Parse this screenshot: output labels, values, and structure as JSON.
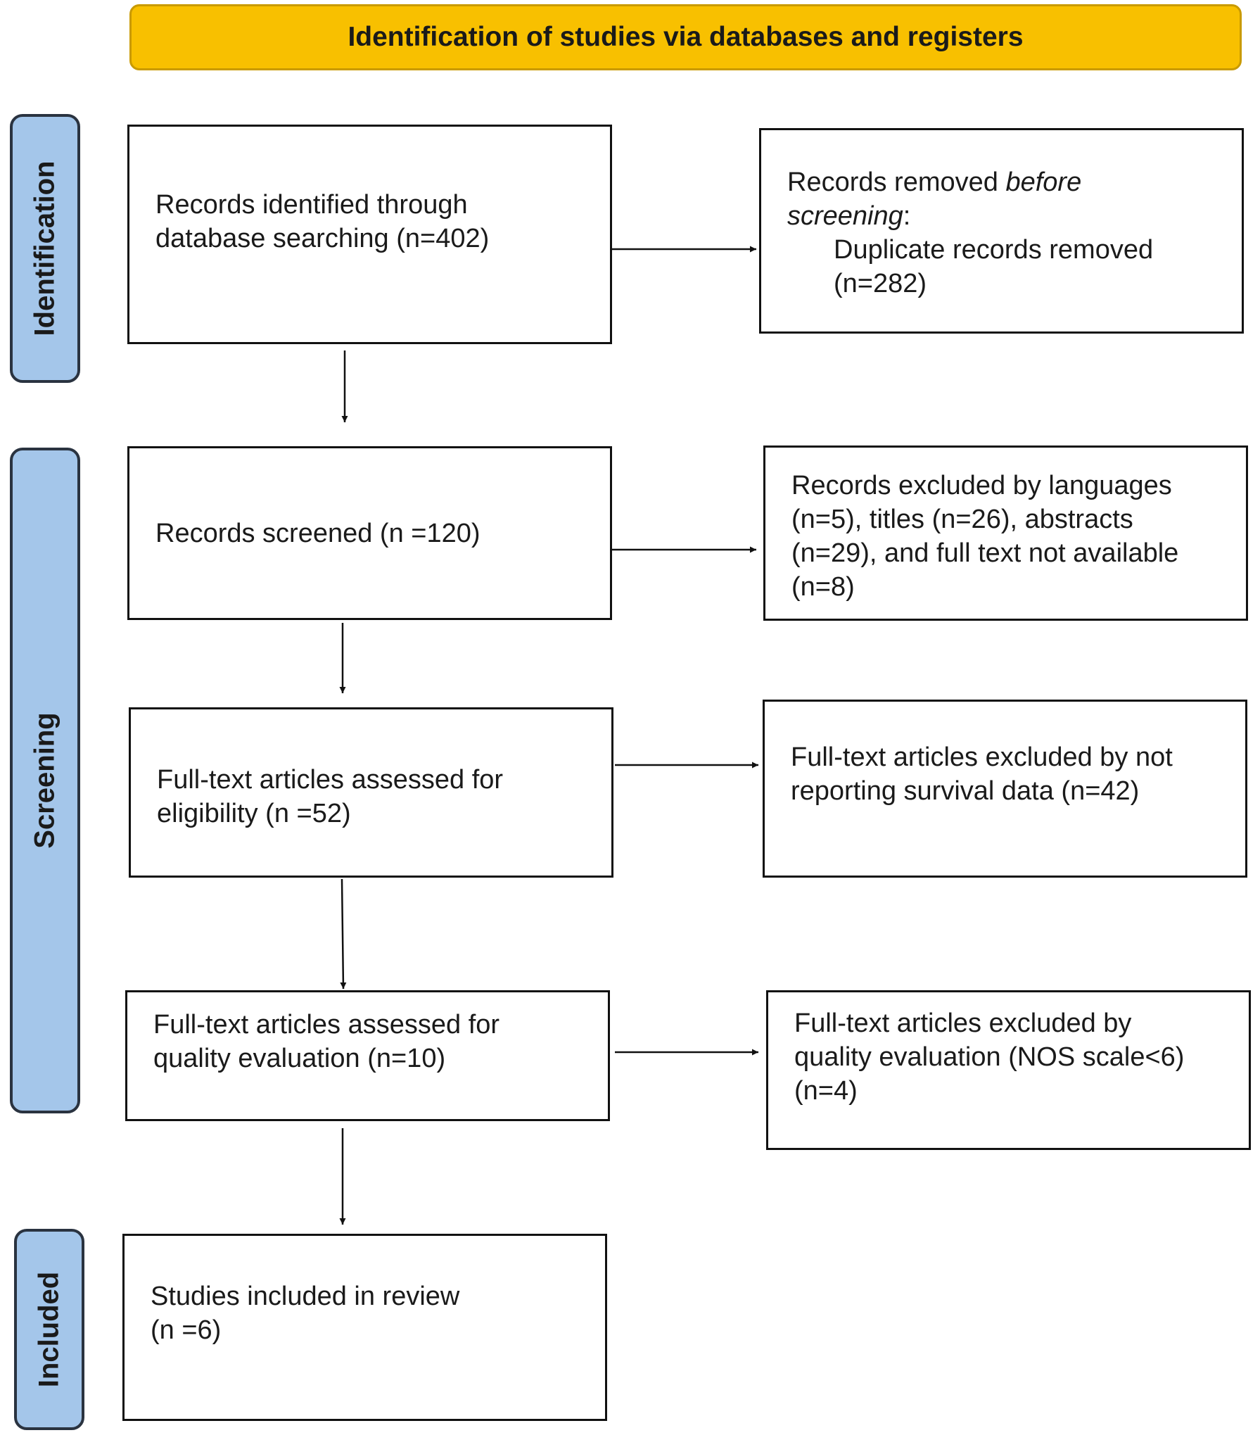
{
  "header": {
    "title": "Identification of studies via databases and registers"
  },
  "stages": {
    "identification": "Identification",
    "screening": "Screening",
    "included": "Included"
  },
  "boxes": {
    "records_identified": {
      "line1": "Records identified through",
      "line2": "database searching (n=402)"
    },
    "records_removed": {
      "line1_pre": "Records removed ",
      "line1_em": "before",
      "line2_em": "screening",
      "line2_post": ":",
      "line3": "Duplicate records removed",
      "line4": "(n=282)"
    },
    "records_screened": {
      "line1": "Records screened (n =120)"
    },
    "records_excluded": {
      "line1": "Records excluded by languages",
      "line2": "(n=5), titles (n=26), abstracts",
      "line3": "(n=29), and full text not available",
      "line4": "(n=8)"
    },
    "fulltext_eligibility": {
      "line1": "Full-text articles assessed for",
      "line2": "eligibility (n =52)"
    },
    "fulltext_excluded_survival": {
      "line1": "Full-text articles excluded by not",
      "line2": "reporting survival data (n=42)"
    },
    "fulltext_quality": {
      "line1": "Full-text articles assessed for",
      "line2": "quality evaluation (n=10)"
    },
    "fulltext_excluded_quality": {
      "line1": "Full-text articles excluded by",
      "line2": "quality evaluation (NOS scale<6)",
      "line3": "(n=4)"
    },
    "studies_included": {
      "line1": "Studies included in review",
      "line2": "(n =6)"
    }
  },
  "colors": {
    "header_fill": "#f8c000",
    "stage_fill": "#a4c6ea",
    "box_border": "#111111"
  }
}
